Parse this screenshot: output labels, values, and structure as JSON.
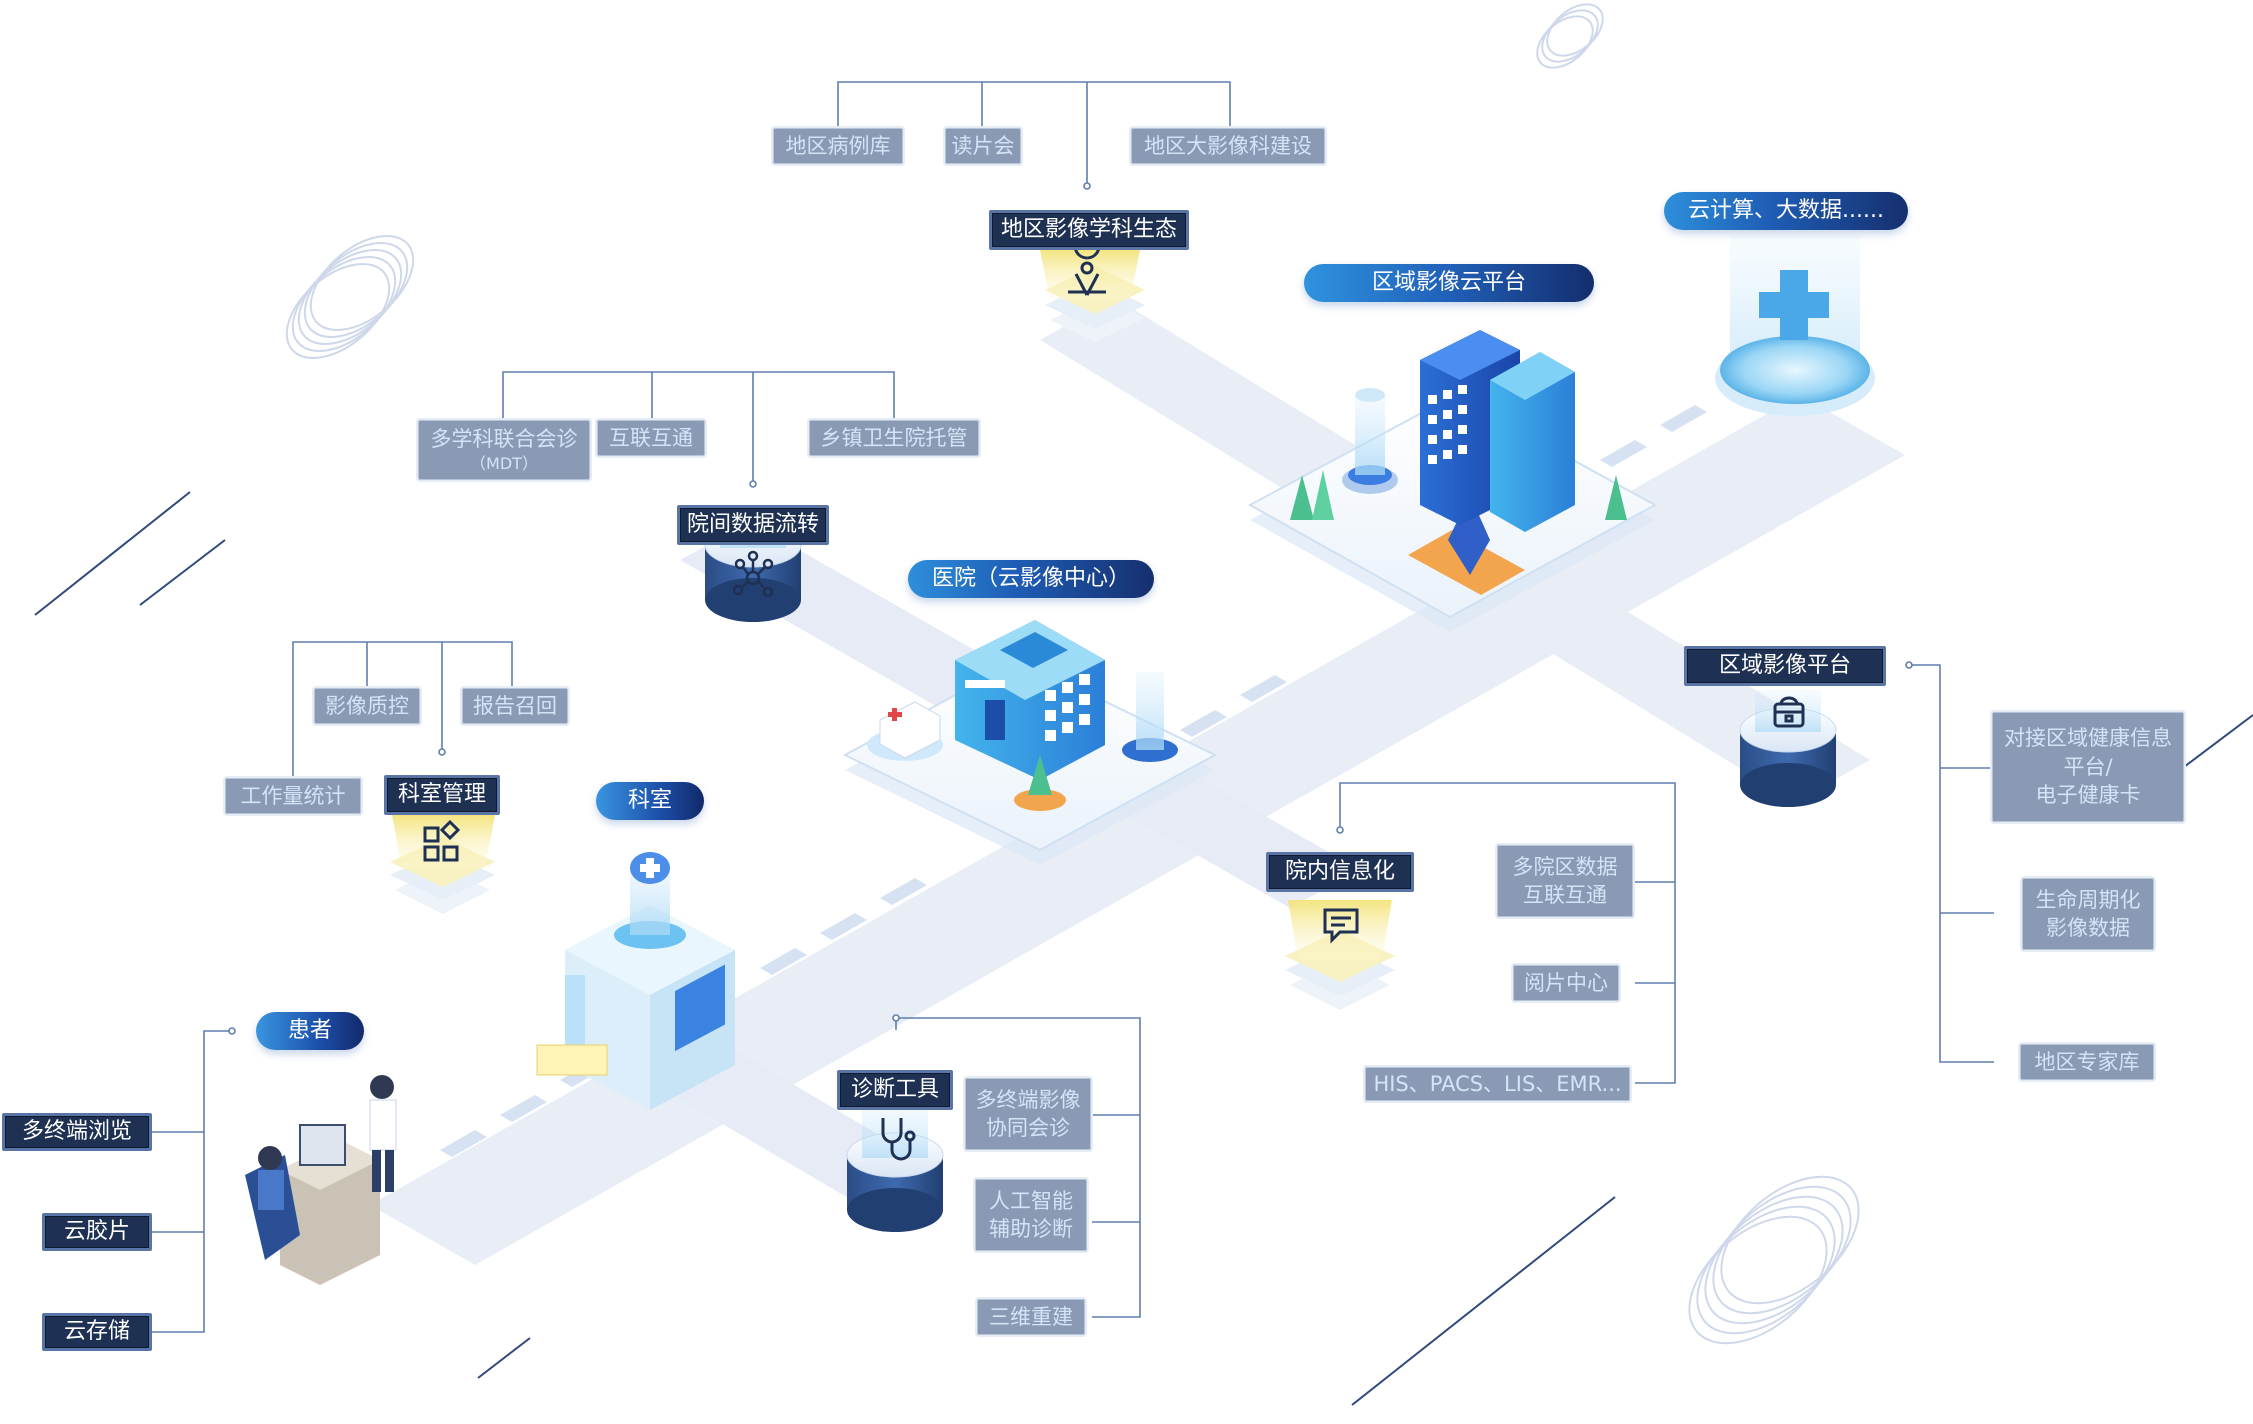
{
  "nodes": {
    "hospital_center": "医院（云影像中心）",
    "regional_cloud": "区域影像云平台",
    "cloud_bigdata": "云计算、大数据......",
    "department": "科室",
    "patient": "患者",
    "regional_ecology": "地区影像学科生态",
    "inter_hospital": "院间数据流转",
    "dept_management": "科室管理",
    "regional_platform": "区域影像平台",
    "intra_hospital": "院内信息化",
    "diagnosis_tools": "诊断工具"
  },
  "features": {
    "ecology": [
      "地区病例库",
      "读片会",
      "地区大影像科建设"
    ],
    "inter_hospital": {
      "mdt_line1": "多学科联合会诊",
      "mdt_line2": "（MDT）",
      "interop": "互联互通",
      "township": "乡镇卫生院托管"
    },
    "dept_mgmt": [
      "影像质控",
      "报告召回",
      "工作量统计"
    ],
    "regional_platform": {
      "health_line1": "对接区域健康信息",
      "health_line2": "平台/",
      "health_line3": "电子健康卡",
      "lifecycle_line1": "生命周期化",
      "lifecycle_line2": "影像数据",
      "experts": "地区专家库"
    },
    "intra_hospital": {
      "multi_line1": "多院区数据",
      "multi_line2": "互联互通",
      "reading": "阅片中心",
      "systems": "HIS、PACS、LIS、EMR..."
    },
    "diagnosis": {
      "collab_line1": "多终端影像",
      "collab_line2": "协同会诊",
      "ai_line1": "人工智能",
      "ai_line2": "辅助诊断",
      "recon3d": "三维重建"
    },
    "patient": [
      "多终端浏览",
      "云胶片",
      "云存储"
    ]
  },
  "colors": {
    "accent_blue": "#1e5cb4",
    "dark_label": "#1f3152",
    "gray_label": "#8b9ab4",
    "beam_yellow": "#f6e98a",
    "connector": "#5f7fae"
  },
  "icons": {
    "ecology": "map-pin-icon",
    "inter_hospital": "network-icon",
    "dept_management": "apps-grid-icon",
    "regional_platform": "monitor-icon",
    "intra_hospital": "chat-bubble-icon",
    "diagnosis_tools": "stethoscope-icon",
    "department": "medical-cross-icon"
  }
}
